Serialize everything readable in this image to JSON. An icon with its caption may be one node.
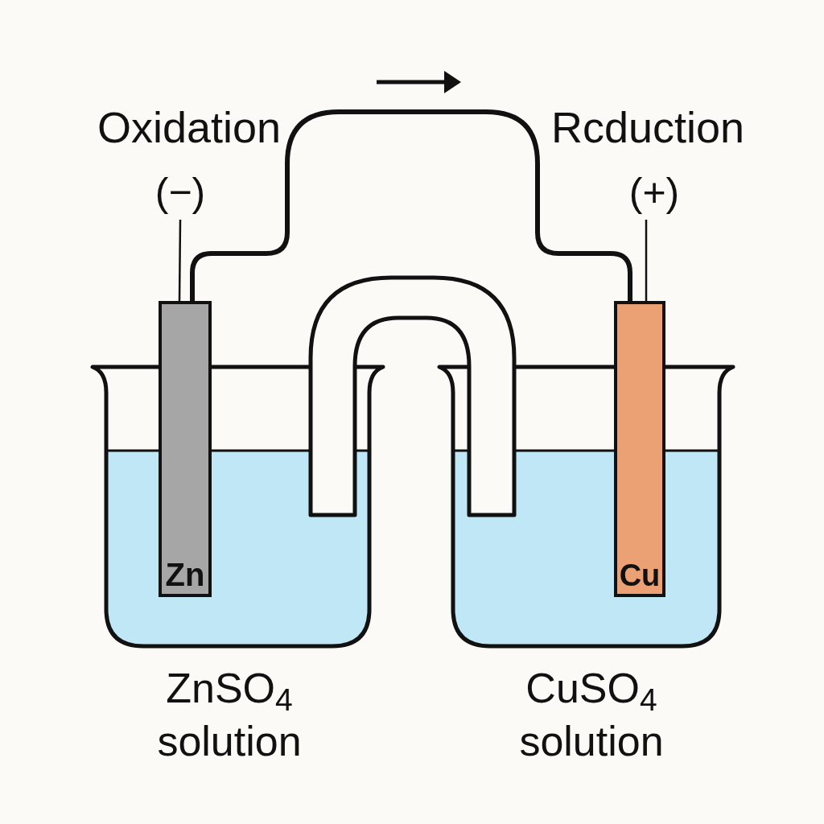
{
  "diagram": {
    "nodes": [
      {
        "text": [
          "(−)"
        ]
      },
      {
        "text": [
          "(+)"
        ]
      },
      {
        "text": [
          "Zn"
        ]
      },
      {
        "text": [
          "Cu"
        ]
      }
    ],
    "edges": [
      {
        "from": 0,
        "to": 2,
        "arrow": "none"
      },
      {
        "from": 1,
        "to": 3,
        "arrow": "none"
      },
      {
        "from": 2,
        "to": 3,
        "arrow": "none",
        "style": "thick"
      }
    ],
    "labels": [
      "Oxidation",
      "Rcduction",
      "ZnSO$_{4}$ solution",
      "CuSO$_{4}$ solution"
    ]
  }
}
